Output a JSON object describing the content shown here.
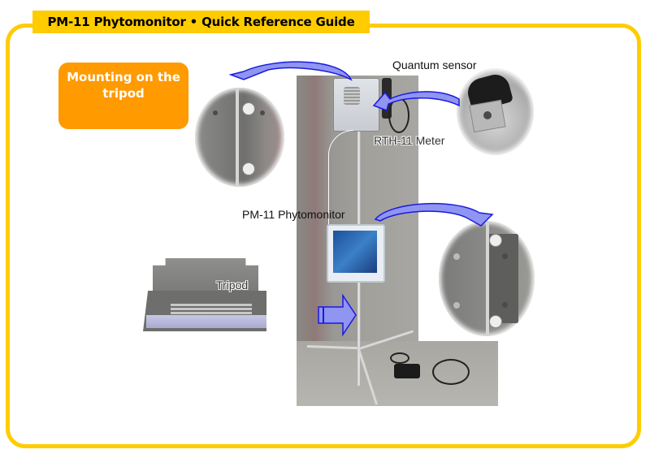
{
  "header": {
    "title": "PM-11 Phytomonitor • Quick Reference Guide"
  },
  "section": {
    "title": "Mounting on the tripod"
  },
  "labels": {
    "quantum_sensor": "Quantum sensor",
    "rth_meter": "RTH-11 Meter",
    "phytomonitor": "PM-11 Phytomonitor",
    "tripod": "Tripod"
  },
  "colors": {
    "frame": "#ffcc00",
    "section_box": "#ff9a00",
    "arrow_fill": "#8f95f0",
    "arrow_stroke": "#1a1ae0"
  }
}
